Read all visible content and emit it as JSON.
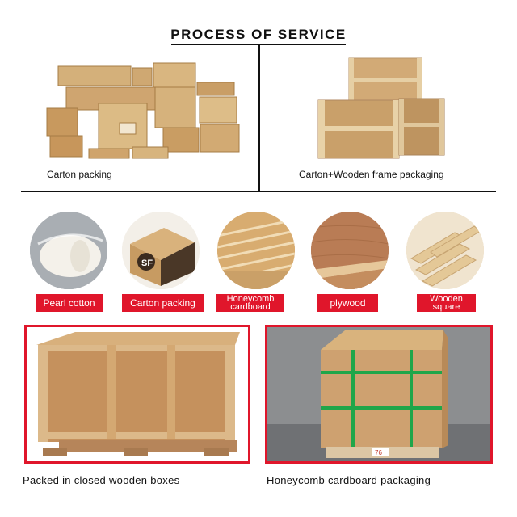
{
  "header": {
    "title": "PROCESS OF SERVICE"
  },
  "top": {
    "left_caption": "Carton packing",
    "right_caption": "Carton+Wooden frame packaging"
  },
  "materials": [
    {
      "label": "Pearl cotton"
    },
    {
      "label": "Carton packing"
    },
    {
      "label": "Honeycomb cardboard"
    },
    {
      "label": "plywood"
    },
    {
      "label": "Wooden square"
    }
  ],
  "logo": {
    "text": "SF"
  },
  "bottom": {
    "left_caption": "Packed in closed wooden boxes",
    "right_caption": "Honeycomb cardboard packaging",
    "tag_text": "76"
  },
  "colors": {
    "accent": "#e0162b",
    "kraft": "#c9a06a",
    "wood": "#b8895a"
  }
}
